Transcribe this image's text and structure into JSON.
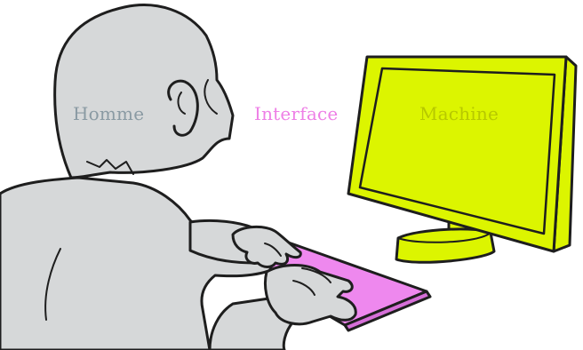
{
  "labels": {
    "human": "Homme",
    "interface": "Interface",
    "machine": "Machine"
  },
  "colors": {
    "human_fill": "#d6d8d9",
    "human_label": "#8a9aa3",
    "interface_fill": "#ee88ee",
    "interface_label": "#ee7fe6",
    "machine_fill": "#dcf500",
    "machine_label": "#b7c800",
    "outline": "#1e1e1e",
    "background": "#ffffff"
  }
}
